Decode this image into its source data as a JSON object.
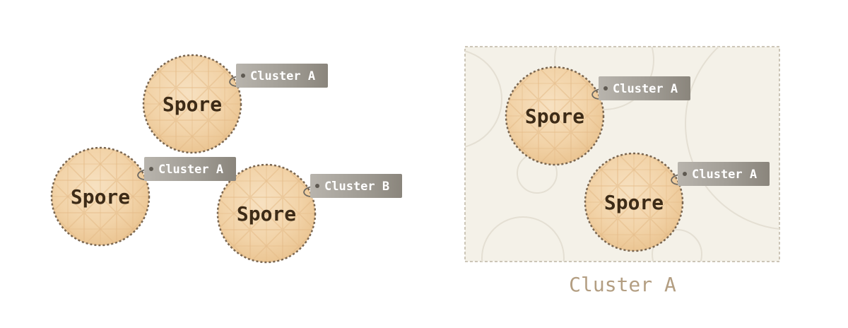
{
  "left_group": {
    "spores": [
      {
        "label": "Spore",
        "tag": "Cluster A"
      },
      {
        "label": "Spore",
        "tag": "Cluster A"
      },
      {
        "label": "Spore",
        "tag": "Cluster B"
      }
    ]
  },
  "right_group": {
    "caption": "Cluster A",
    "spores": [
      {
        "label": "Spore",
        "tag": "Cluster A"
      },
      {
        "label": "Spore",
        "tag": "Cluster A"
      }
    ]
  },
  "colors": {
    "spore_fill": "#f2d3a8",
    "spore_border": "#7a6650",
    "tag_fill": "#a19d95",
    "cluster_box_fill": "#f4f1e8",
    "cluster_box_border": "#bdb5a4",
    "caption": "#b39e82"
  }
}
